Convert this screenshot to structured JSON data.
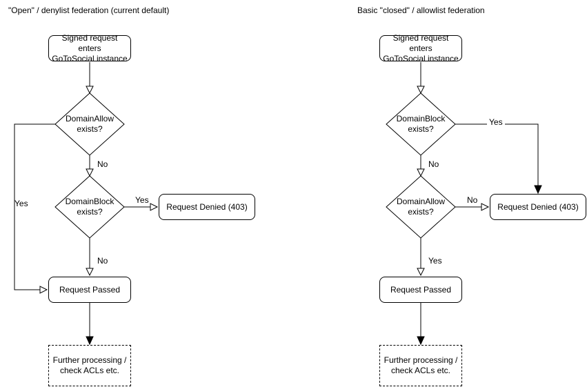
{
  "colors": {
    "stroke": "#000000",
    "text": "#000000",
    "node_fill": "#ffffff",
    "background": "#ffffff"
  },
  "left_chart": {
    "title": "\"Open\" / denylist federation (current default)",
    "nodes": {
      "entry": "Signed request enters\nGoToSocial instance",
      "decision1": "DomainAllow\nexists?",
      "decision2": "DomainBlock\nexists?",
      "denied": "Request Denied (403)",
      "passed": "Request Passed",
      "further": "Further processing /\ncheck ACLs etc."
    },
    "edge_labels": {
      "decision1_no": "No",
      "decision1_yes": "Yes",
      "decision2_yes": "Yes",
      "decision2_no": "No"
    }
  },
  "right_chart": {
    "title": "Basic \"closed\" / allowlist federation",
    "nodes": {
      "entry": "Signed request enters\nGoToSocial instance",
      "decision1": "DomainBlock\nexists?",
      "decision2": "DomainAllow\nexists?",
      "denied": "Request Denied (403)",
      "passed": "Request Passed",
      "further": "Further processing /\ncheck ACLs etc."
    },
    "edge_labels": {
      "decision1_yes": "Yes",
      "decision1_no": "No",
      "decision2_no": "No",
      "decision2_yes": "Yes"
    }
  }
}
